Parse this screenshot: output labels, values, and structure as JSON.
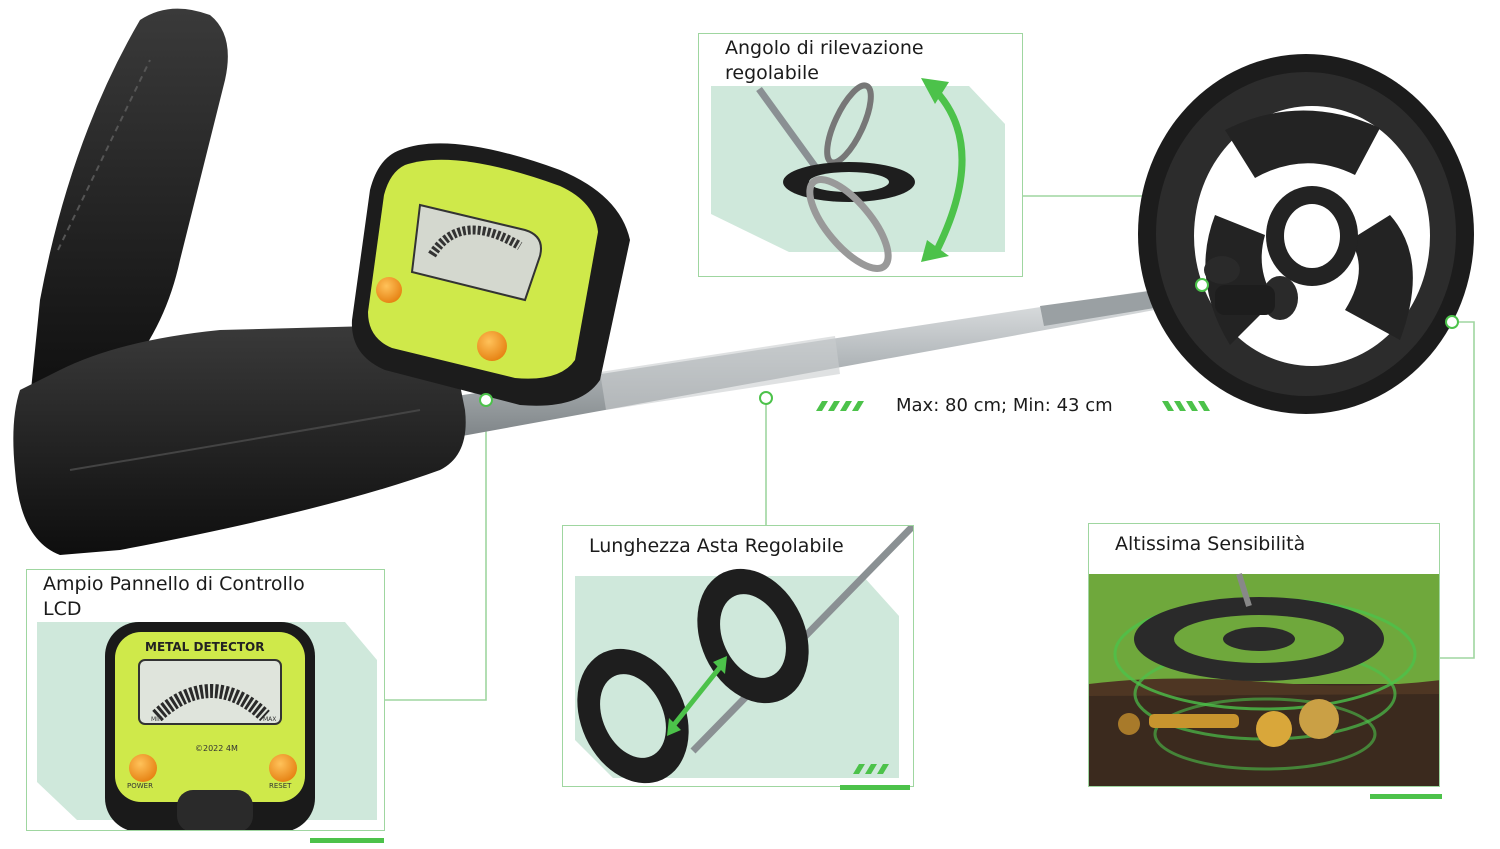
{
  "callouts": {
    "angle": {
      "title_line1": "Angolo di rilevazione",
      "title_line2": "regolabile"
    },
    "length": {
      "title": "Lunghezza Asta Regolabile"
    },
    "sensitivity": {
      "title": "Altissima Sensibilità"
    },
    "panel": {
      "title_line1": "Ampio Pannello di Controllo",
      "title_line2": "LCD"
    }
  },
  "length_range": "Max: 80 cm; Min: 43 cm",
  "device": {
    "brand_label": "METAL DETECTOR",
    "copyright": "©2022 4M",
    "power_label": "POWER",
    "reset_label": "RESET",
    "meter_min": "MIN",
    "meter_max": "MAX"
  },
  "colors": {
    "accent_green": "#4cc24a",
    "panel_green": "#cfe94a",
    "pale_green": "#cfe8db",
    "body_black": "#1f1f1f",
    "shaft_silver": "#bfc3c6",
    "button_orange": "#f29a1a"
  }
}
